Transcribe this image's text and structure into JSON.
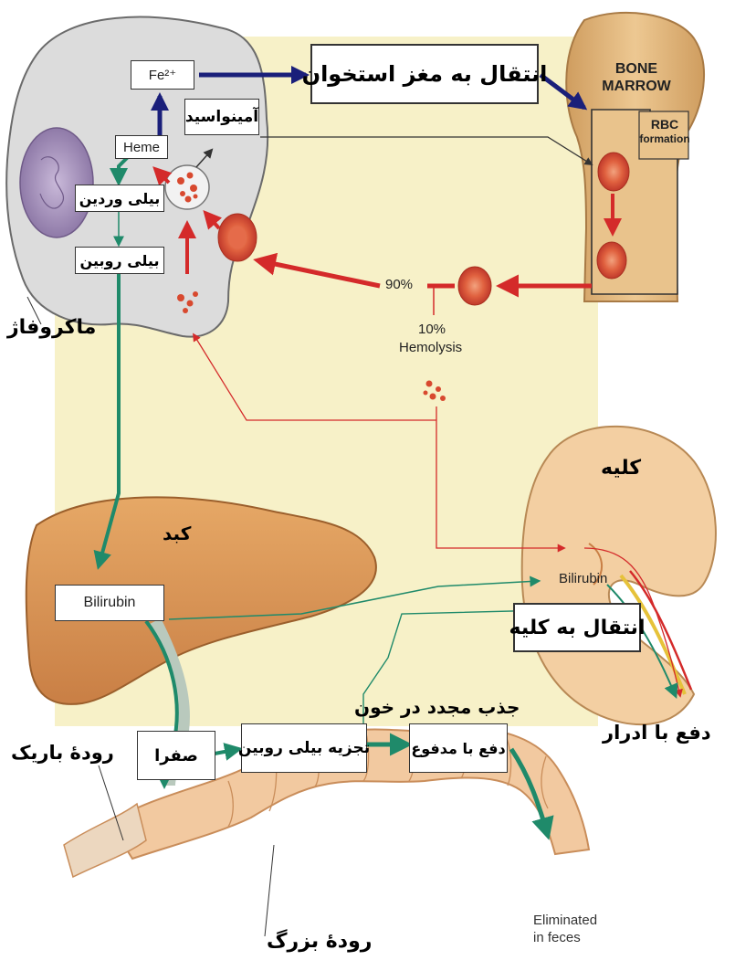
{
  "labels": {
    "fe": "Fe²⁺",
    "transfer_bone_marrow": "انتقال به مغز استخوان",
    "bone_marrow_line1": "BONE",
    "bone_marrow_line2": "MARROW",
    "rbc_formation_line1": "RBC",
    "rbc_formation_line2": "formation",
    "amino_acid": "آمینواسید",
    "heme": "Heme",
    "biliverdin": "بیلی وردین",
    "bilirubin_fa": "بیلی روبین",
    "macrophage": "ماکروفاژ",
    "pct_90": "90%",
    "pct_10": "10%",
    "hemolysis": "Hemolysis",
    "kidney": "کلیه",
    "liver": "کبد",
    "bilirubin_liver": "Bilirubin",
    "bilirubin_kidney": "Bilirubin",
    "transfer_kidney": "انتقال به کلیه",
    "reabsorption": "جذب مجدد  در خون",
    "urine_excretion": "دفع با ادرار",
    "small_intestine": "رودهٔ باریک",
    "bile": "صفرا",
    "bilirubin_breakdown": "تجزیه بیلی روبین",
    "feces_excretion": "دفع با مدفوع",
    "eliminated_line1": "Eliminated",
    "eliminated_line2": "in feces",
    "large_intestine": "رودهٔ بزرگ"
  },
  "colors": {
    "background_panel": "#f7f1c8",
    "macrophage": "#dcdcdc",
    "bone": "#e3b97e",
    "liver": "#dc9a5c",
    "kidney": "#f3cfa2",
    "intestine": "#f2c9a0",
    "red_arrow": "#d42a2a",
    "green_arrow": "#1f8a6a",
    "blue_arrow": "#1a1f7a",
    "rbc": "#d8492f"
  }
}
